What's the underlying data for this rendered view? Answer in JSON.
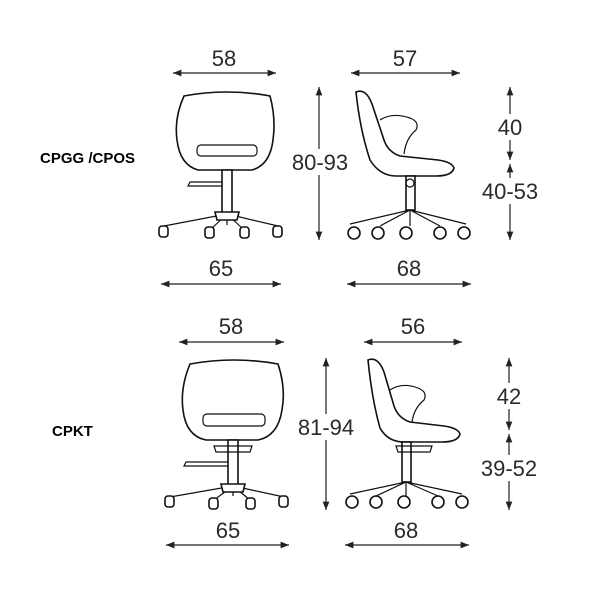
{
  "models": [
    {
      "code": "CPGG /CPOS",
      "front_width": "58",
      "side_depth": "57",
      "total_height": "80-93",
      "back_height": "40",
      "seat_height": "40-53",
      "front_base": "65",
      "side_base": "68"
    },
    {
      "code": "CPKT",
      "front_width": "58",
      "side_depth": "56",
      "total_height": "81-94",
      "back_height": "42",
      "seat_height": "39-52",
      "front_base": "65",
      "side_base": "68"
    }
  ],
  "colors": {
    "line": "#222222",
    "text": "#2a2a2a"
  }
}
